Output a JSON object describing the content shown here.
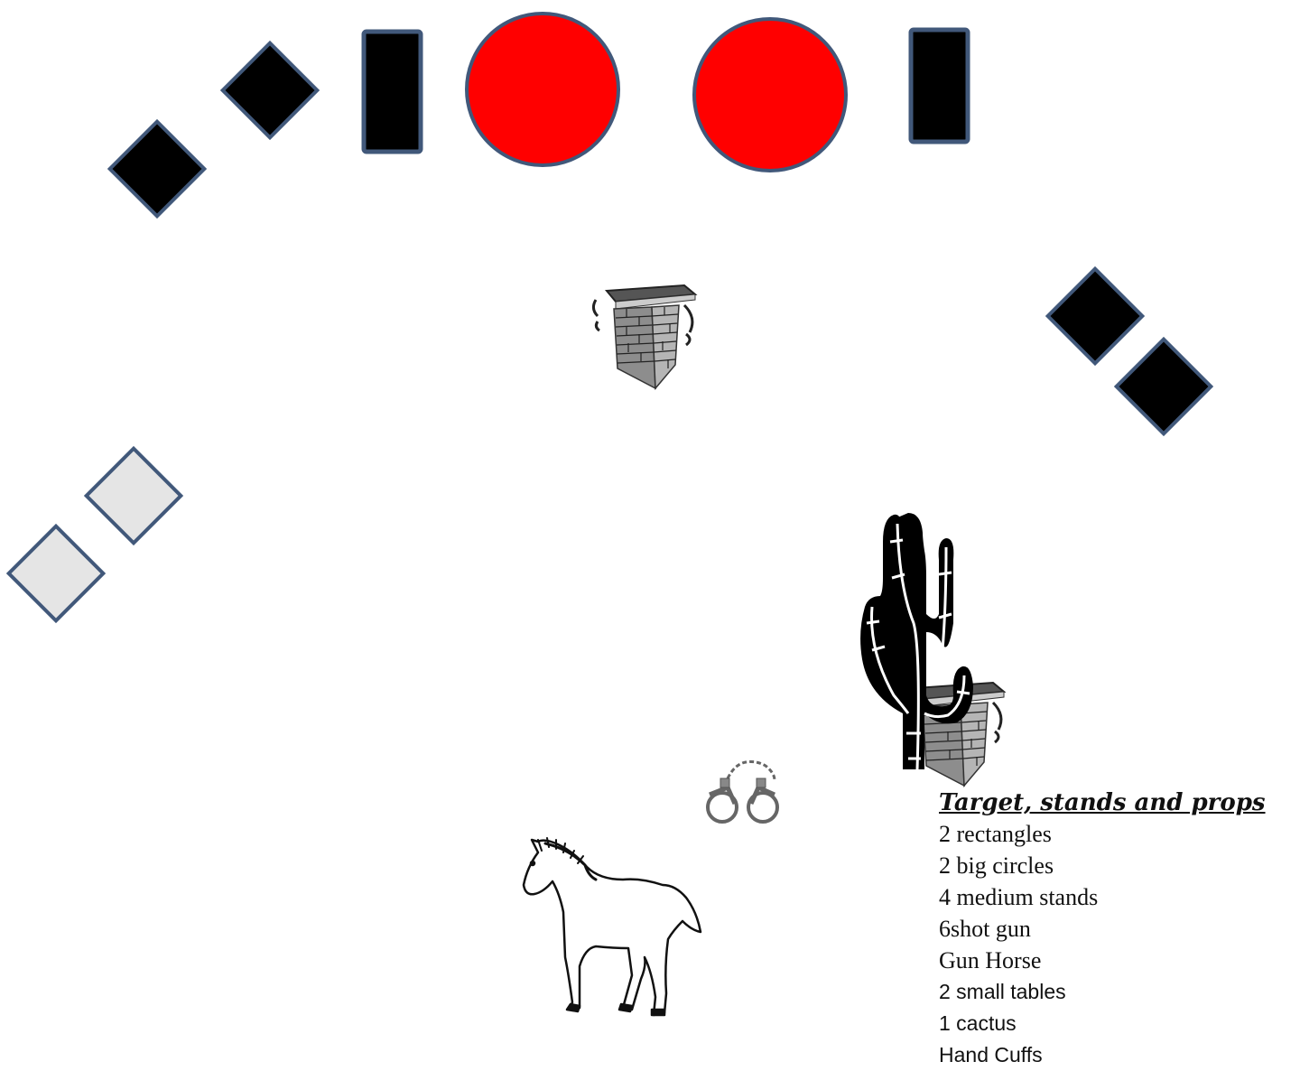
{
  "colors": {
    "target_fill": "#000000",
    "target_stroke": "#41587a",
    "circle_fill": "#ff0000",
    "light_stand_fill": "#e5e5e5",
    "prop_ink": "#111111"
  },
  "props": {
    "table_icon": "brick-table-icon",
    "cactus_icon": "cactus-icon",
    "handcuffs_icon": "handcuffs-icon",
    "horse_icon": "horse-icon"
  },
  "legend": {
    "title": "Target, stands and props",
    "items": [
      "2 rectangles",
      "2 big circles",
      "4 medium stands",
      "6shot gun",
      "Gun Horse",
      "2 small tables",
      "1 cactus",
      "Hand Cuffs"
    ]
  }
}
